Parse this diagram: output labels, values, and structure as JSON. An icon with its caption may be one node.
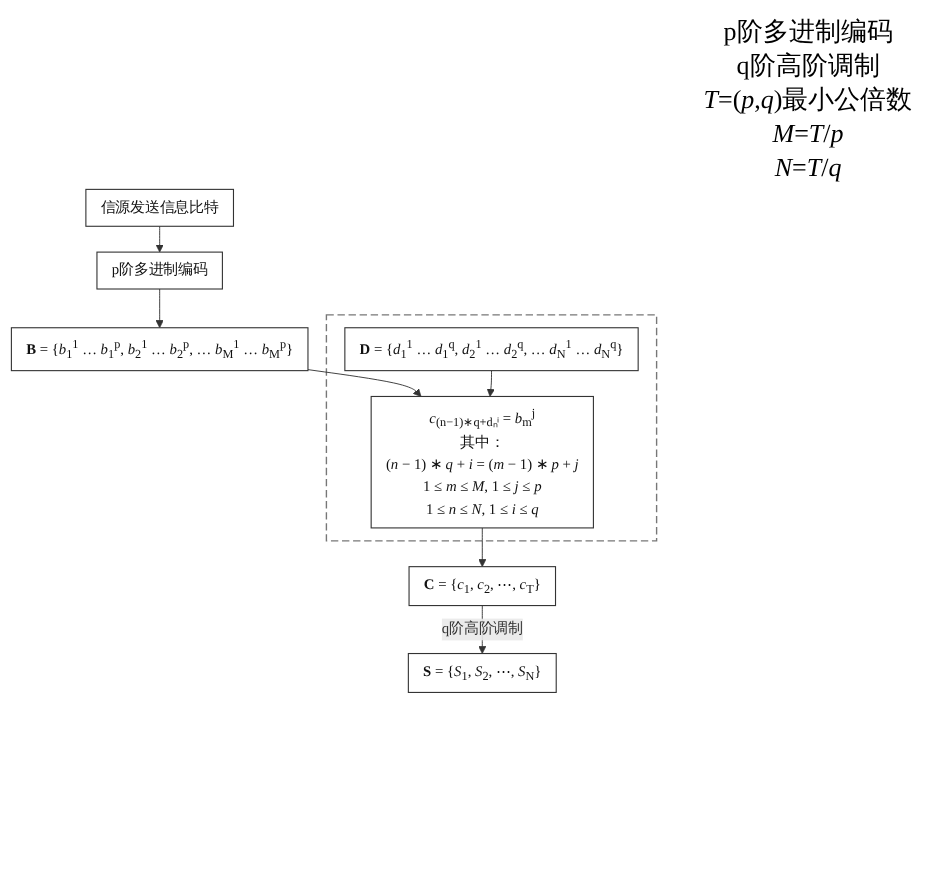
{
  "diagram": {
    "nodes": [
      {
        "text": [
          "信源发送信息比特"
        ]
      },
      {
        "text": [
          "p阶多进制编码"
        ]
      },
      {
        "text": [
          "**B** = {*b*$_{1}$$^{1}$ … *b*$_{1}$$^{p}$, *b*$_{2}$$^{1}$ … *b*$_{2}$$^{p}$, … *b*$_{M}$$^{1}$ … *b*$_{M}$$^{p}$}"
        ]
      },
      {
        "text": [],
        "shape": "box"
      },
      {
        "text": [
          "*c*$_{(n−1)∗q+dₙⁱ}$ = *b*$_{m}$$^{j}$",
          "其中：",
          "(*n* − 1) ∗ *q* + *i* = (*m* − 1) ∗ *p* + *j*",
          "1 ≤ *m* ≤ *M*, 1 ≤ *j* ≤ *p*",
          "1 ≤ *n* ≤ *N*, 1 ≤ *i* ≤ *q*"
        ],
        "in": 3
      },
      {
        "text": [
          "**D** = {*d*$_{1}$$^{1}$ … *d*$_{1}$$^{q}$, *d*$_{2}$$^{1}$ … *d*$_{2}$$^{q}$, … *d*$_{N}$$^{1}$ … *d*$_{N}$$^{q}$}"
        ],
        "in": 3
      },
      {
        "text": [
          "**C** = {*c*$_{1}$, *c*$_{2}$, ⋯, *c*$_{T}$}"
        ]
      },
      {
        "text": [
          "**S** = {*S*$_{1}$, *S*$_{2}$, ⋯, *S*$_{N}$}"
        ]
      }
    ],
    "edges": [
      {
        "from": 0,
        "to": 1,
        "arrow": "to"
      },
      {
        "from": 1,
        "to": 2,
        "arrow": "to"
      },
      {
        "from": 2,
        "to": 4,
        "arrow": "to"
      },
      {
        "from": 5,
        "to": 4,
        "arrow": "to"
      },
      {
        "from": 4,
        "to": 6,
        "arrow": "to"
      },
      {
        "from": 6,
        "to": 7,
        "arrow": "to",
        "label": "q阶高阶调制"
      }
    ],
    "labels": [
      "p阶多进制编码",
      "q阶高阶调制",
      "*T*=(*p*,*q*)最小公倍数",
      "*M*=*T*/*p*",
      "*N*=*T*/*q*"
    ]
  }
}
